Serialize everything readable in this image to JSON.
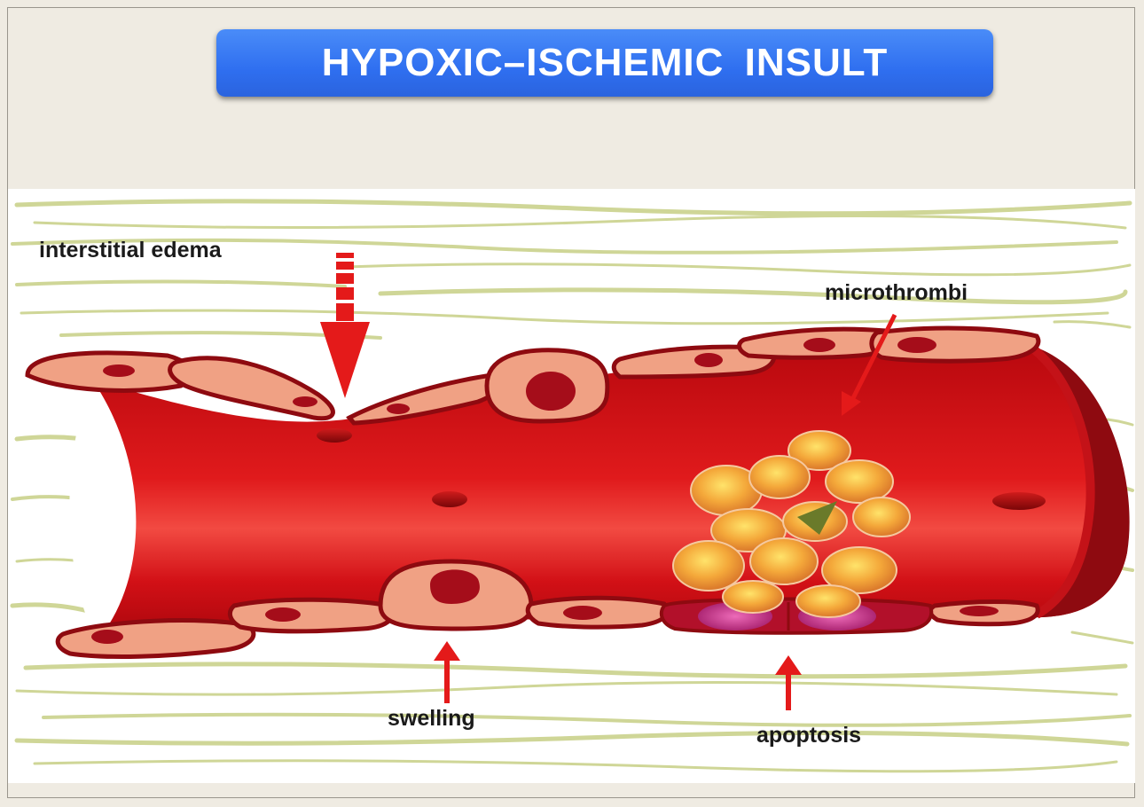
{
  "title": "HYPOXIC–ISCHEMIC  INSULT",
  "labels": {
    "interstitial_edema": "interstitial edema",
    "microthrombi": "microthrombi",
    "swelling": "swelling",
    "apoptosis": "apoptosis"
  },
  "colors": {
    "title_bg": "#2f6ff0",
    "vessel": "#d01016",
    "endothelium": "#f0a184",
    "arrow": "#e41a1a",
    "thrombus": "#f2a53a",
    "apoptotic_cell": "#c0308a"
  }
}
